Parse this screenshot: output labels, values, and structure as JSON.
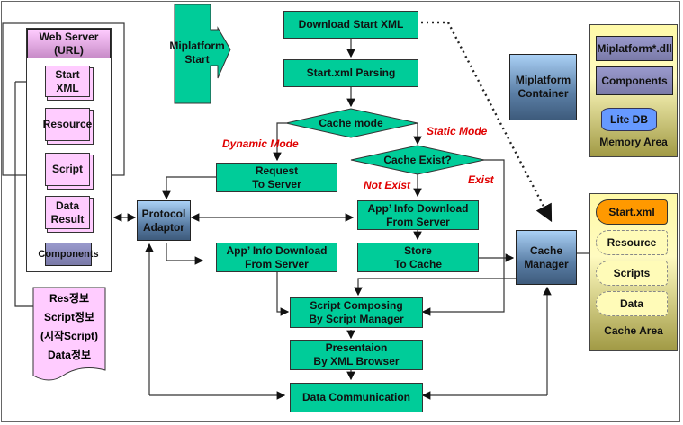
{
  "web_server": {
    "title": "Web Server\n(URL)",
    "items": [
      "Start XML",
      "Resource",
      "Script",
      "Data\nResult",
      "Components"
    ],
    "doc_lines": [
      "Res정보",
      "Script정보",
      "(시작Script)",
      "Data정보"
    ]
  },
  "start": {
    "label": "Miplatform\nStart"
  },
  "flow": {
    "download_start_xml": "Download Start XML",
    "parsing": "Start.xml Parsing",
    "cache_mode": "Cache mode",
    "cache_exist": "Cache Exist?",
    "request": "Request\nTo Server",
    "app_info_left": "App’ Info Download\nFrom Server",
    "app_info_right": "App’ Info Download\nFrom Server",
    "store": "Store\nTo Cache",
    "script_composing": "Script Composing\nBy Script Manager",
    "presentation": "Presentaion\nBy XML Browser",
    "data_comm": "Data Communication"
  },
  "labels": {
    "dynamic": "Dynamic Mode",
    "static": "Static Mode",
    "not_exist": "Not Exist",
    "exist": "Exist"
  },
  "protocol_adaptor": "Protocol\nAdaptor",
  "container": "Miplatform\nContainer",
  "cache_manager": "Cache\nManager",
  "memory_area": {
    "title": "Memory Area",
    "items": [
      "Miplatform*.dll",
      "Components"
    ],
    "db": "Lite DB"
  },
  "cache_area": {
    "title": "Cache Area",
    "items": [
      "Start.xml",
      "Resource",
      "Scripts",
      "Data"
    ]
  }
}
